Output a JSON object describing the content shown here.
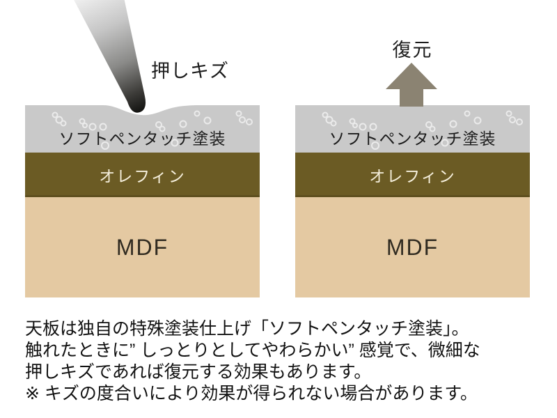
{
  "diagram_left": {
    "label": "押しキズ",
    "layers": {
      "coating": "ソフトペンタッチ塗装",
      "olefin": "オレフィン",
      "core": "MDF"
    }
  },
  "diagram_right": {
    "label": "復元",
    "layers": {
      "coating": "ソフトペンタッチ塗装",
      "olefin": "オレフィン",
      "core": "MDF"
    }
  },
  "description": {
    "lines": [
      "天板は独自の特殊塗装仕上げ「ソフトペンタッチ塗装」。",
      "触れたときに” しっとりとしてやわらかい” 感覚で、微細な",
      "押しキズであれば復元する効果もあります。",
      "※ キズの度合いにより効果が得られない場合があります。"
    ]
  },
  "icons": {
    "pen": "pen-tip-icon",
    "arrow": "up-arrow-icon",
    "bubbles": "micro-bubbles"
  },
  "colors": {
    "background": "#ffffff",
    "coating": "#c9c9c9",
    "bubble": "#ebebeb",
    "olefin": "#6b5b24",
    "olefin_text": "#f5efdc",
    "mdf": "#e4c9a2",
    "mdf_text": "#2f2a20",
    "arrow": "#8b8372",
    "label_text": "#1c1c1c",
    "body_text": "#111111"
  }
}
